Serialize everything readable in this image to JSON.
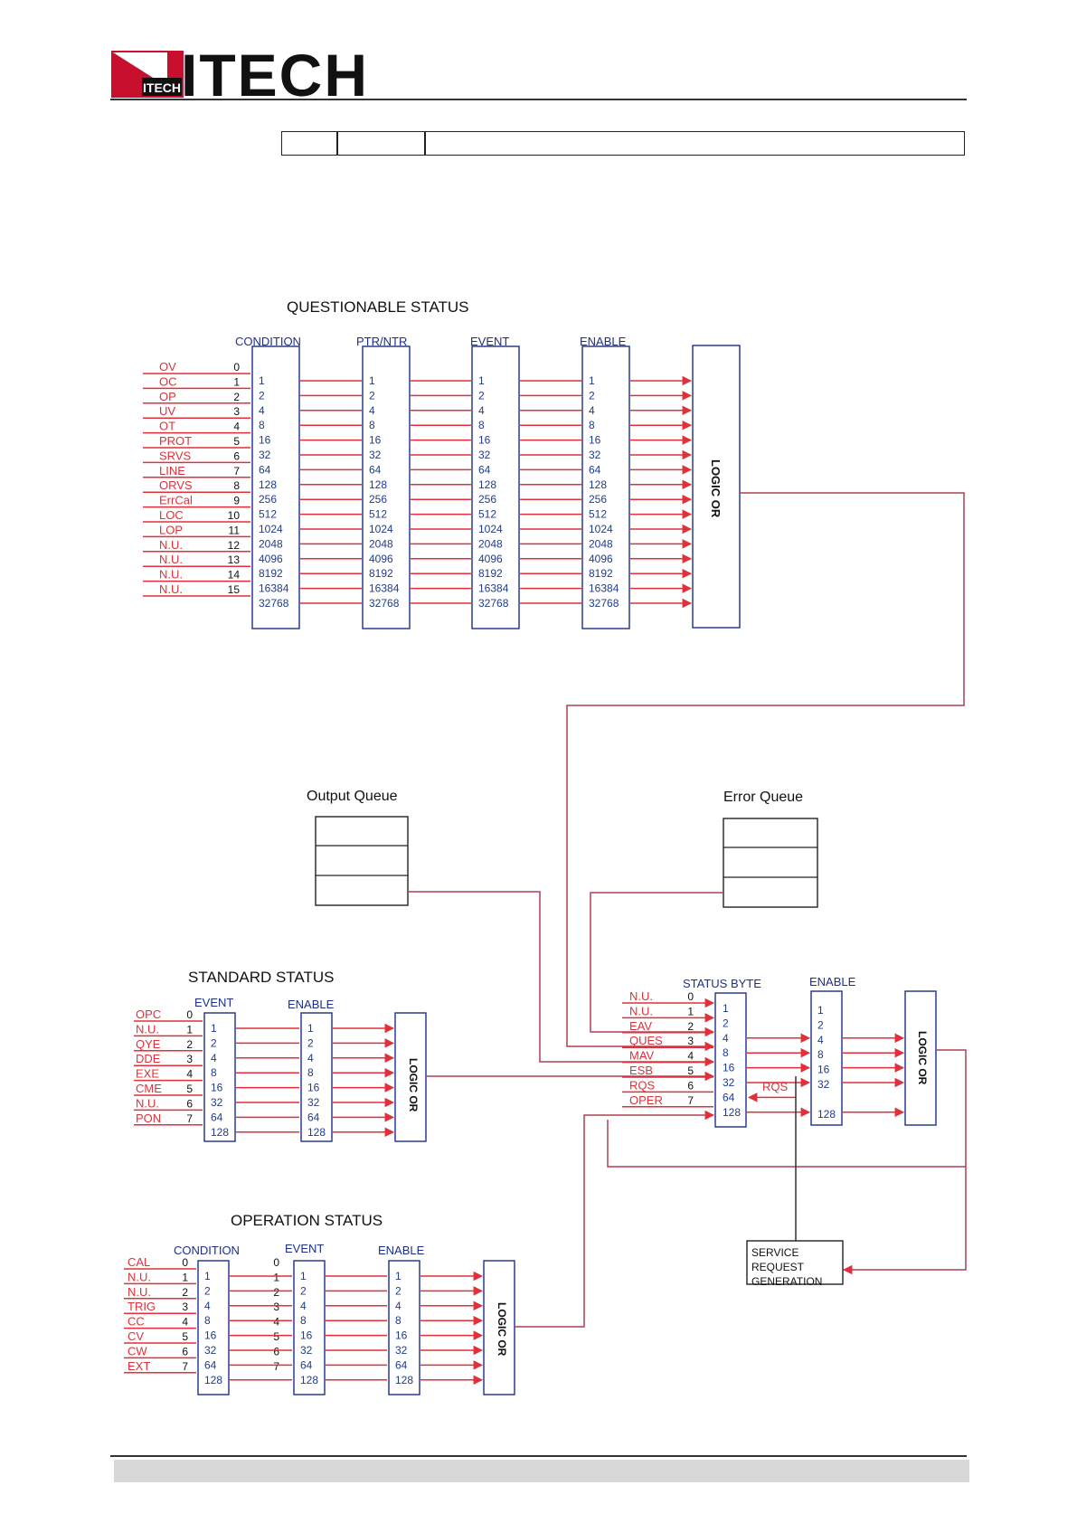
{
  "header": {
    "logo_wordmark": "ITECH",
    "logo_small": "ITECH"
  },
  "colors": {
    "signal_red": "#e0303a",
    "box_blue": "#1d2f8a",
    "number_blue": "#1f3c8c",
    "wire_maroon": "#b04050",
    "text_black": "#111111"
  },
  "questionable": {
    "title": "QUESTIONABLE STATUS",
    "headers": [
      "CONDITION",
      "PTR/NTR",
      "EVENT",
      "ENABLE"
    ],
    "inputs": [
      "OV",
      "OC",
      "OP",
      "UV",
      "OT",
      "PROT",
      "SRVS",
      "LINE",
      "ORVS",
      "ErrCal",
      "LOC",
      "LOP",
      "N.U.",
      "N.U.",
      "N.U.",
      "N.U."
    ],
    "bits": [
      "0",
      "1",
      "2",
      "3",
      "4",
      "5",
      "6",
      "7",
      "8",
      "9",
      "10",
      "11",
      "12",
      "13",
      "14",
      "15"
    ],
    "weights": [
      "1",
      "2",
      "4",
      "8",
      "16",
      "32",
      "64",
      "128",
      "256",
      "512",
      "1024",
      "2048",
      "4096",
      "8192",
      "16384",
      "32768"
    ],
    "or_label": "LOGIC OR"
  },
  "output_queue": {
    "title": "Output Queue"
  },
  "error_queue": {
    "title": "Error Queue"
  },
  "standard": {
    "title": "STANDARD STATUS",
    "headers": [
      "EVENT",
      "ENABLE"
    ],
    "inputs": [
      "OPC",
      "N.U.",
      "QYE",
      "DDE",
      "EXE",
      "CME",
      "N.U.",
      "PON"
    ],
    "bits": [
      "0",
      "1",
      "2",
      "3",
      "4",
      "5",
      "6",
      "7"
    ],
    "weights": [
      "1",
      "2",
      "4",
      "8",
      "16",
      "32",
      "64",
      "128"
    ],
    "or_label": "LOGIC OR"
  },
  "status_byte": {
    "headers": [
      "STATUS BYTE",
      "ENABLE"
    ],
    "inputs": [
      "N.U.",
      "N.U.",
      "EAV",
      "QUES",
      "MAV",
      "ESB",
      "RQS",
      "OPER"
    ],
    "bits": [
      "0",
      "1",
      "2",
      "3",
      "4",
      "5",
      "6",
      "7"
    ],
    "weights": [
      "1",
      "2",
      "4",
      "8",
      "16",
      "32",
      "64",
      "128"
    ],
    "enable_weights": [
      "1",
      "2",
      "4",
      "8",
      "16",
      "32",
      "",
      "128"
    ],
    "rqs_label": "RQS",
    "or_label": "LOGIC OR",
    "srq_lines": [
      "SERVICE",
      "REQUEST",
      "GENERATION"
    ]
  },
  "operation": {
    "title": "OPERATION STATUS",
    "headers": [
      "CONDITION",
      "EVENT",
      "ENABLE"
    ],
    "inputs": [
      "CAL",
      "N.U.",
      "N.U.",
      "TRIG",
      "CC",
      "CV",
      "CW",
      "EXT"
    ],
    "bits": [
      "0",
      "1",
      "2",
      "3",
      "4",
      "5",
      "6",
      "7"
    ],
    "weights": [
      "1",
      "2",
      "4",
      "8",
      "16",
      "32",
      "64",
      "128"
    ],
    "or_label": "LOGIC OR"
  }
}
